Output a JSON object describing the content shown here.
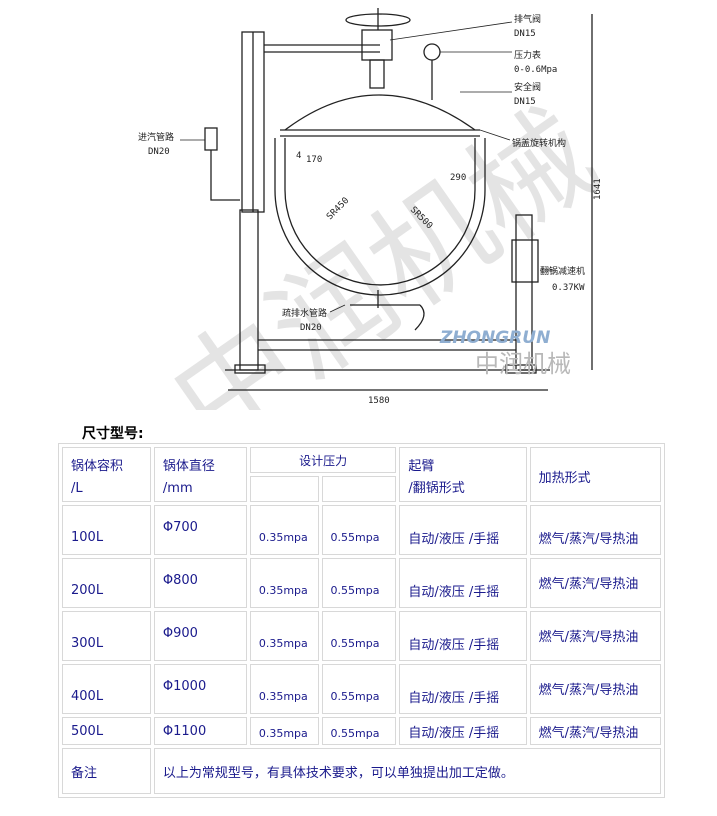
{
  "drawing": {
    "watermark_cn": "中润机械",
    "brand_en": "ZHONGRUN",
    "brand_cn": "中润机械",
    "labels": {
      "vent_valve": "排气阀",
      "vent_dn": "DN15",
      "gauge": "压力表",
      "gauge_range": "0-0.6Mpa",
      "safety_valve": "安全阀",
      "safety_dn": "DN15",
      "lid_rotation": "锅盖旋转机构",
      "steam_inlet": "进汽管路",
      "steam_dn": "DN20",
      "drain": "疏排水管路",
      "drain_dn": "DN20",
      "tilt_motor": "翻锅减速机",
      "tilt_power": "0.37KW",
      "dim_170": "170",
      "dim_4": "4",
      "dim_290": "290",
      "dim_sr450": "SR450",
      "dim_sr500": "SR500",
      "dim_height": "1641",
      "dim_width": "1580"
    }
  },
  "section_title": "尺寸型号:",
  "table": {
    "headers": {
      "volume": "锅体容积",
      "volume_unit": "/L",
      "diameter": "锅体直径",
      "diameter_unit": "/mm",
      "pressure": "设计压力",
      "arm": "起臂",
      "arm_sub": "/翻锅形式",
      "heating": "加热形式"
    },
    "rows": [
      {
        "volume": "100L",
        "diameter": "Φ700",
        "p1": "0.35mpa",
        "p2": "0.55mpa",
        "arm": "自动/液压 /手摇",
        "heating": "燃气/蒸汽/导热油"
      },
      {
        "volume": "200L",
        "diameter": "Φ800",
        "p1": "0.35mpa",
        "p2": "0.55mpa",
        "arm": "自动/液压 /手摇",
        "heating": "燃气/蒸汽/导热油"
      },
      {
        "volume": "300L",
        "diameter": "Φ900",
        "p1": "0.35mpa",
        "p2": "0.55mpa",
        "arm": "自动/液压 /手摇",
        "heating": "燃气/蒸汽/导热油"
      },
      {
        "volume": "400L",
        "diameter": "Φ1000",
        "p1": "0.35mpa",
        "p2": "0.55mpa",
        "arm": "自动/液压 /手摇",
        "heating": "燃气/蒸汽/导热油"
      },
      {
        "volume": "500L",
        "diameter": "Φ1100",
        "p1": "0.35mpa",
        "p2": "0.55mpa",
        "arm": "自动/液压 /手摇",
        "heating": "燃气/蒸汽/导热油"
      }
    ],
    "note_label": "备注",
    "note_text": "以上为常规型号，有具体技术要求，可以单独提出加工定做。"
  }
}
